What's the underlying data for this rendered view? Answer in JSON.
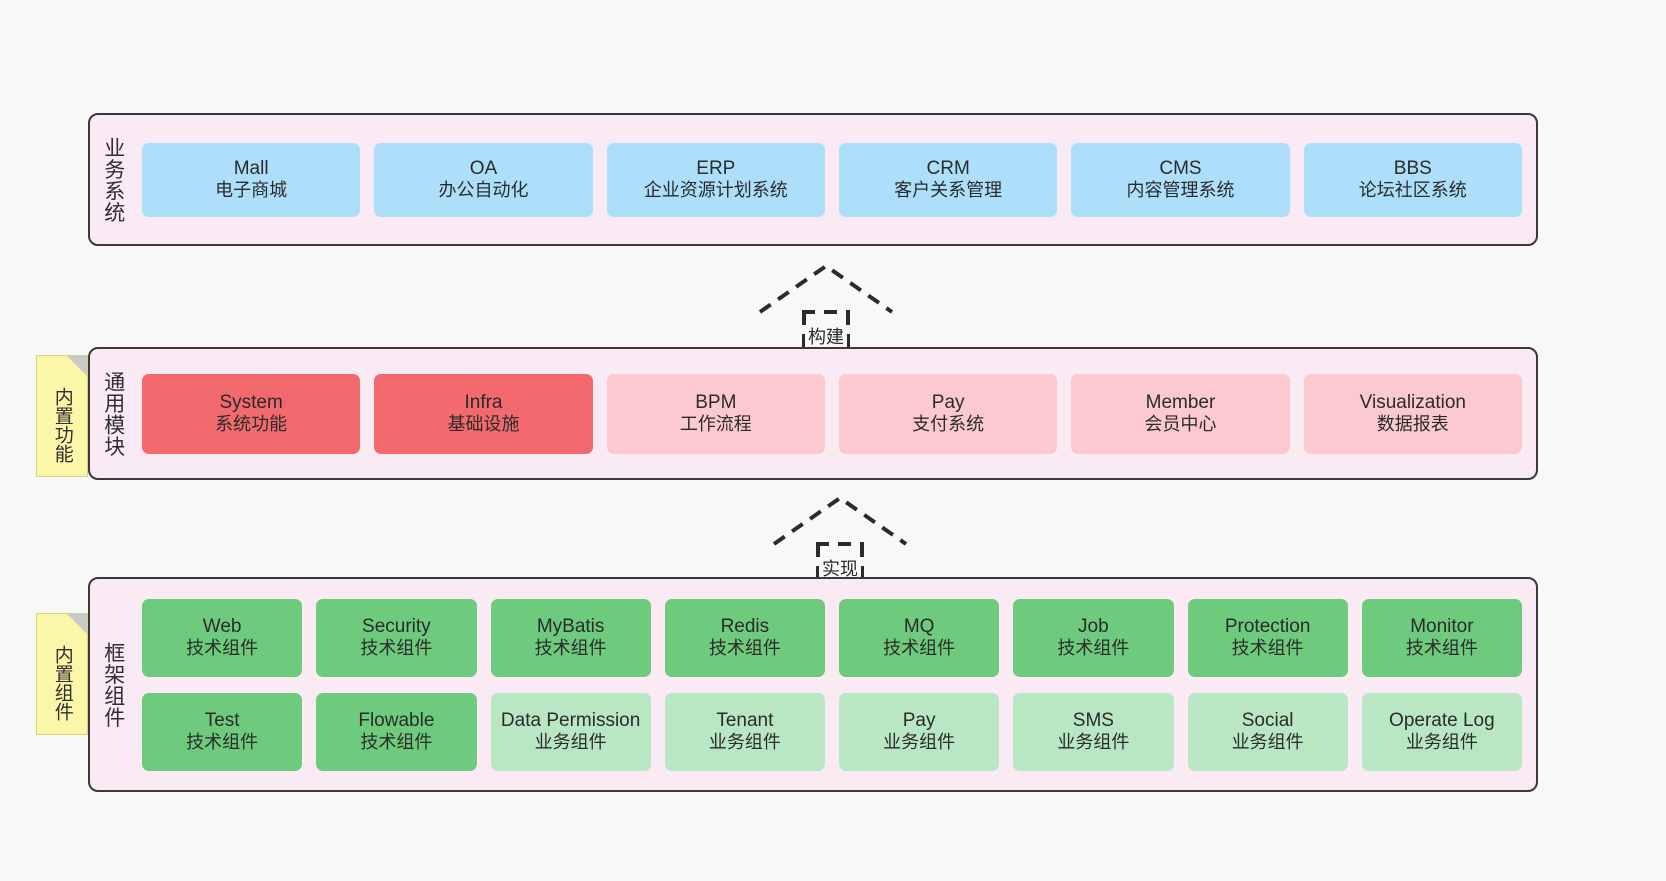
{
  "diagram": {
    "background": "#F8F8F7",
    "layers": [
      {
        "id": "business",
        "title": "业务系统",
        "rows": [
          {
            "cards": [
              {
                "name": "Mall",
                "desc": "电子商城",
                "color": "#ADDFFB"
              },
              {
                "name": "OA",
                "desc": "办公自动化",
                "color": "#ADDFFB"
              },
              {
                "name": "ERP",
                "desc": "企业资源计划系统",
                "color": "#ADDFFB"
              },
              {
                "name": "CRM",
                "desc": "客户关系管理",
                "color": "#ADDFFB"
              },
              {
                "name": "CMS",
                "desc": "内容管理系统",
                "color": "#ADDFFB"
              },
              {
                "name": "BBS",
                "desc": "论坛社区系统",
                "color": "#ADDFFB"
              }
            ]
          }
        ]
      },
      {
        "id": "common",
        "title": "通用模块",
        "note": "内置功能",
        "rows": [
          {
            "cards": [
              {
                "name": "System",
                "desc": "系统功能",
                "color": "#F2696E"
              },
              {
                "name": "Infra",
                "desc": "基础设施",
                "color": "#F2696E"
              },
              {
                "name": "BPM",
                "desc": "工作流程",
                "color": "#FBC9CE"
              },
              {
                "name": "Pay",
                "desc": "支付系统",
                "color": "#FBC9CE"
              },
              {
                "name": "Member",
                "desc": "会员中心",
                "color": "#FBC9CE"
              },
              {
                "name": "Visualization",
                "desc": "数据报表",
                "color": "#FBC9CE"
              }
            ]
          }
        ]
      },
      {
        "id": "framework",
        "title": "框架组件",
        "note": "内置组件",
        "rows": [
          {
            "cards": [
              {
                "name": "Web",
                "desc": "技术组件",
                "color": "#6ECB7E"
              },
              {
                "name": "Security",
                "desc": "技术组件",
                "color": "#6ECB7E"
              },
              {
                "name": "MyBatis",
                "desc": "技术组件",
                "color": "#6ECB7E"
              },
              {
                "name": "Redis",
                "desc": "技术组件",
                "color": "#6ECB7E"
              },
              {
                "name": "MQ",
                "desc": "技术组件",
                "color": "#6ECB7E"
              },
              {
                "name": "Job",
                "desc": "技术组件",
                "color": "#6ECB7E"
              },
              {
                "name": "Protection",
                "desc": "技术组件",
                "color": "#6ECB7E"
              },
              {
                "name": "Monitor",
                "desc": "技术组件",
                "color": "#6ECB7E"
              }
            ]
          },
          {
            "cards": [
              {
                "name": "Test",
                "desc": "技术组件",
                "color": "#6ECB7E"
              },
              {
                "name": "Flowable",
                "desc": "技术组件",
                "color": "#6ECB7E"
              },
              {
                "name": "Data Permission",
                "desc": "业务组件",
                "color": "#B9E6C3"
              },
              {
                "name": "Tenant",
                "desc": "业务组件",
                "color": "#B9E6C3"
              },
              {
                "name": "Pay",
                "desc": "业务组件",
                "color": "#B9E6C3"
              },
              {
                "name": "SMS",
                "desc": "业务组件",
                "color": "#B9E6C3"
              },
              {
                "name": "Social",
                "desc": "业务组件",
                "color": "#B9E6C3"
              },
              {
                "name": "Operate Log",
                "desc": "业务组件",
                "color": "#B9E6C3"
              }
            ]
          }
        ]
      }
    ],
    "connectors": [
      {
        "id": "build",
        "label": "构建",
        "style": "dashed-generalization"
      },
      {
        "id": "impl",
        "label": "实现",
        "style": "dashed-generalization"
      }
    ]
  }
}
